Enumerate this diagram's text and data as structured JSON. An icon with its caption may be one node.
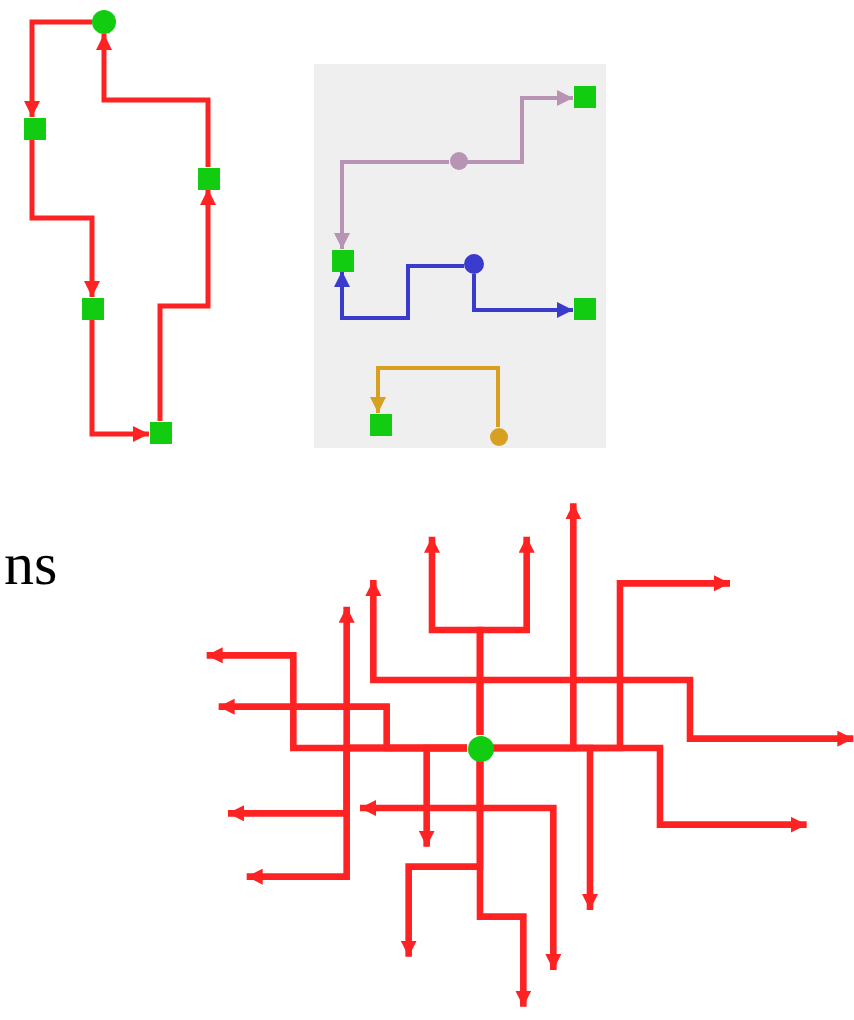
{
  "diagram": {
    "nodes": [
      {
        "text": [],
        "shape": "circle"
      },
      {
        "text": [],
        "shape": "box"
      },
      {
        "text": [],
        "shape": "box"
      },
      {
        "text": [],
        "shape": "box"
      },
      {
        "text": [],
        "shape": "box"
      },
      {
        "text": [],
        "shape": "box"
      },
      {
        "text": [],
        "shape": "circle"
      },
      {
        "text": [],
        "shape": "box"
      },
      {
        "text": [],
        "shape": "circle"
      },
      {
        "text": [],
        "shape": "box"
      },
      {
        "text": [],
        "shape": "box"
      },
      {
        "text": [],
        "shape": "circle"
      },
      {
        "text": [],
        "shape": "circle"
      }
    ],
    "edges": [
      {
        "from": 0,
        "to": 1,
        "arrow": "to"
      },
      {
        "from": 1,
        "to": 2,
        "arrow": "to"
      },
      {
        "from": 2,
        "to": 3,
        "arrow": "to"
      },
      {
        "from": 3,
        "to": 4,
        "arrow": "to"
      },
      {
        "from": 4,
        "to": 0,
        "arrow": "to"
      },
      {
        "from": 6,
        "to": 5,
        "arrow": "to",
        "color": "#b894b4"
      },
      {
        "from": 6,
        "to": 7,
        "arrow": "to",
        "color": "#b894b4"
      },
      {
        "from": 8,
        "to": 7,
        "arrow": "to",
        "color": "#3a3acc"
      },
      {
        "from": 8,
        "to": 9,
        "arrow": "to",
        "color": "#3a3acc"
      },
      {
        "from": 11,
        "to": 10,
        "arrow": "to",
        "color": "#d8a020"
      },
      {
        "from": 12,
        "to": null,
        "arrow": "to"
      },
      {
        "from": 12,
        "to": null,
        "arrow": "to"
      },
      {
        "from": 12,
        "to": null,
        "arrow": "to"
      },
      {
        "from": 12,
        "to": null,
        "arrow": "to"
      },
      {
        "from": 12,
        "to": null,
        "arrow": "to"
      },
      {
        "from": 12,
        "to": null,
        "arrow": "to"
      },
      {
        "from": 12,
        "to": null,
        "arrow": "to"
      },
      {
        "from": 12,
        "to": null,
        "arrow": "to"
      },
      {
        "from": 12,
        "to": null,
        "arrow": "to"
      },
      {
        "from": 12,
        "to": null,
        "arrow": "to"
      },
      {
        "from": 12,
        "to": null,
        "arrow": "to"
      },
      {
        "from": 12,
        "to": null,
        "arrow": "to"
      },
      {
        "from": 12,
        "to": null,
        "arrow": "to"
      },
      {
        "from": 12,
        "to": null,
        "arrow": "to"
      },
      {
        "from": 12,
        "to": null,
        "arrow": "to"
      },
      {
        "from": 12,
        "to": null,
        "arrow": "to"
      },
      {
        "from": 12,
        "to": null,
        "arrow": "to"
      },
      {
        "from": 12,
        "to": null,
        "arrow": "to"
      }
    ],
    "labels": [
      "ns"
    ]
  }
}
